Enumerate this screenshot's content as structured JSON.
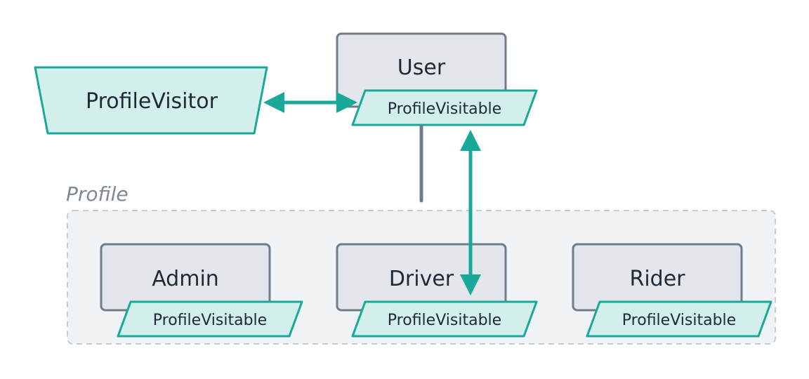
{
  "group": {
    "label": "Profile"
  },
  "visitor": {
    "label": "ProfileVisitor"
  },
  "user": {
    "label": "User",
    "tag": "ProfileVisitable"
  },
  "profiles": [
    {
      "label": "Admin",
      "tag": "ProfileVisitable"
    },
    {
      "label": "Driver",
      "tag": "ProfileVisitable"
    },
    {
      "label": "Rider",
      "tag": "ProfileVisitable"
    }
  ],
  "colors": {
    "teal_stroke": "#1aa898",
    "teal_fill": "#d2efeb",
    "gray_stroke": "#6f7c89",
    "gray_fill": "#e3e6ea",
    "group_fill": "#f0f3f6",
    "group_stroke": "#c4ccd4"
  }
}
